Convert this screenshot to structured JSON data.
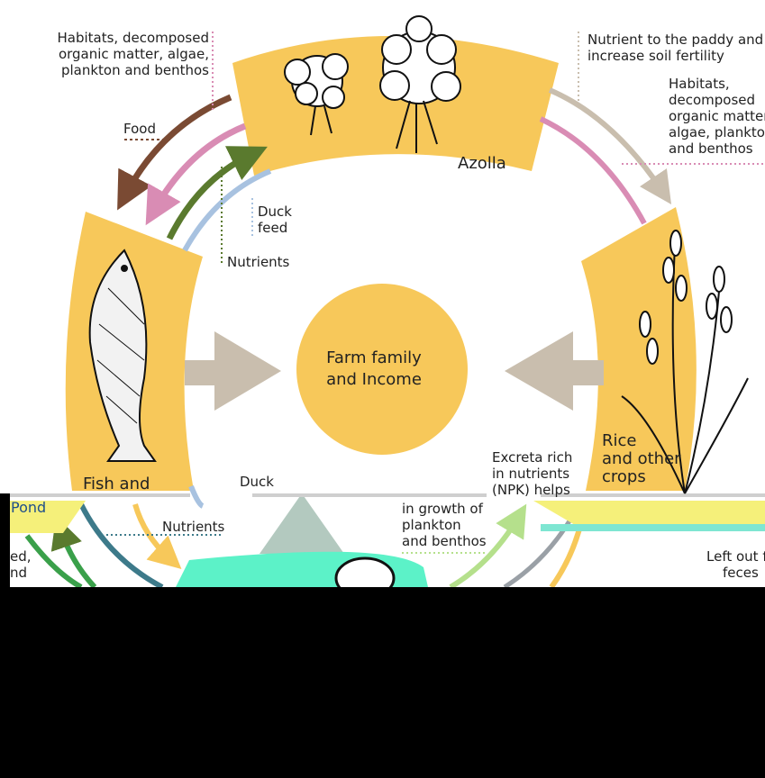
{
  "segments": {
    "azolla": "Azolla",
    "fish": "Fish and",
    "rice_line1": "Rice",
    "rice_line2": "and other",
    "rice_line3": "crops",
    "center_line1": "Farm family",
    "center_line2": "and Income",
    "pond": "Pond"
  },
  "labels": {
    "habitats_left_1": "Habitats, decomposed",
    "habitats_left_2": "organic matter, algae,",
    "habitats_left_3": "plankton and benthos",
    "food": "Food",
    "duck_feed_1": "Duck",
    "duck_feed_2": "feed",
    "nutrients_top": "Nutrients",
    "nutrient_paddy_1": "Nutrient to the paddy and",
    "nutrient_paddy_2": "increase soil fertility",
    "habitats_right_1": "Habitats,",
    "habitats_right_2": "decomposed",
    "habitats_right_3": "organic matter,",
    "habitats_right_4": "algae, plankton",
    "habitats_right_5": "and benthos",
    "duck_feed_low": "Duck",
    "nutrients_low": "Nutrients",
    "excreta_1": "Excreta rich",
    "excreta_2": "in nutrients",
    "excreta_3": "(NPK) helps",
    "excreta_4": "in growth of",
    "excreta_5": "plankton",
    "excreta_6": "and benthos",
    "leftout_1": "Left out f",
    "leftout_2": "feces",
    "left_frag_1": "ed,",
    "left_frag_2": "nd"
  },
  "colors": {
    "segment": "#f7c85a",
    "pond": "#5cf2c8",
    "arrow_brown": "#7a4a33",
    "arrow_pink": "#d98cb4",
    "arrow_green": "#5a7a2e",
    "arrow_blue": "#a8c2e0",
    "arrow_tan": "#c9beae"
  }
}
